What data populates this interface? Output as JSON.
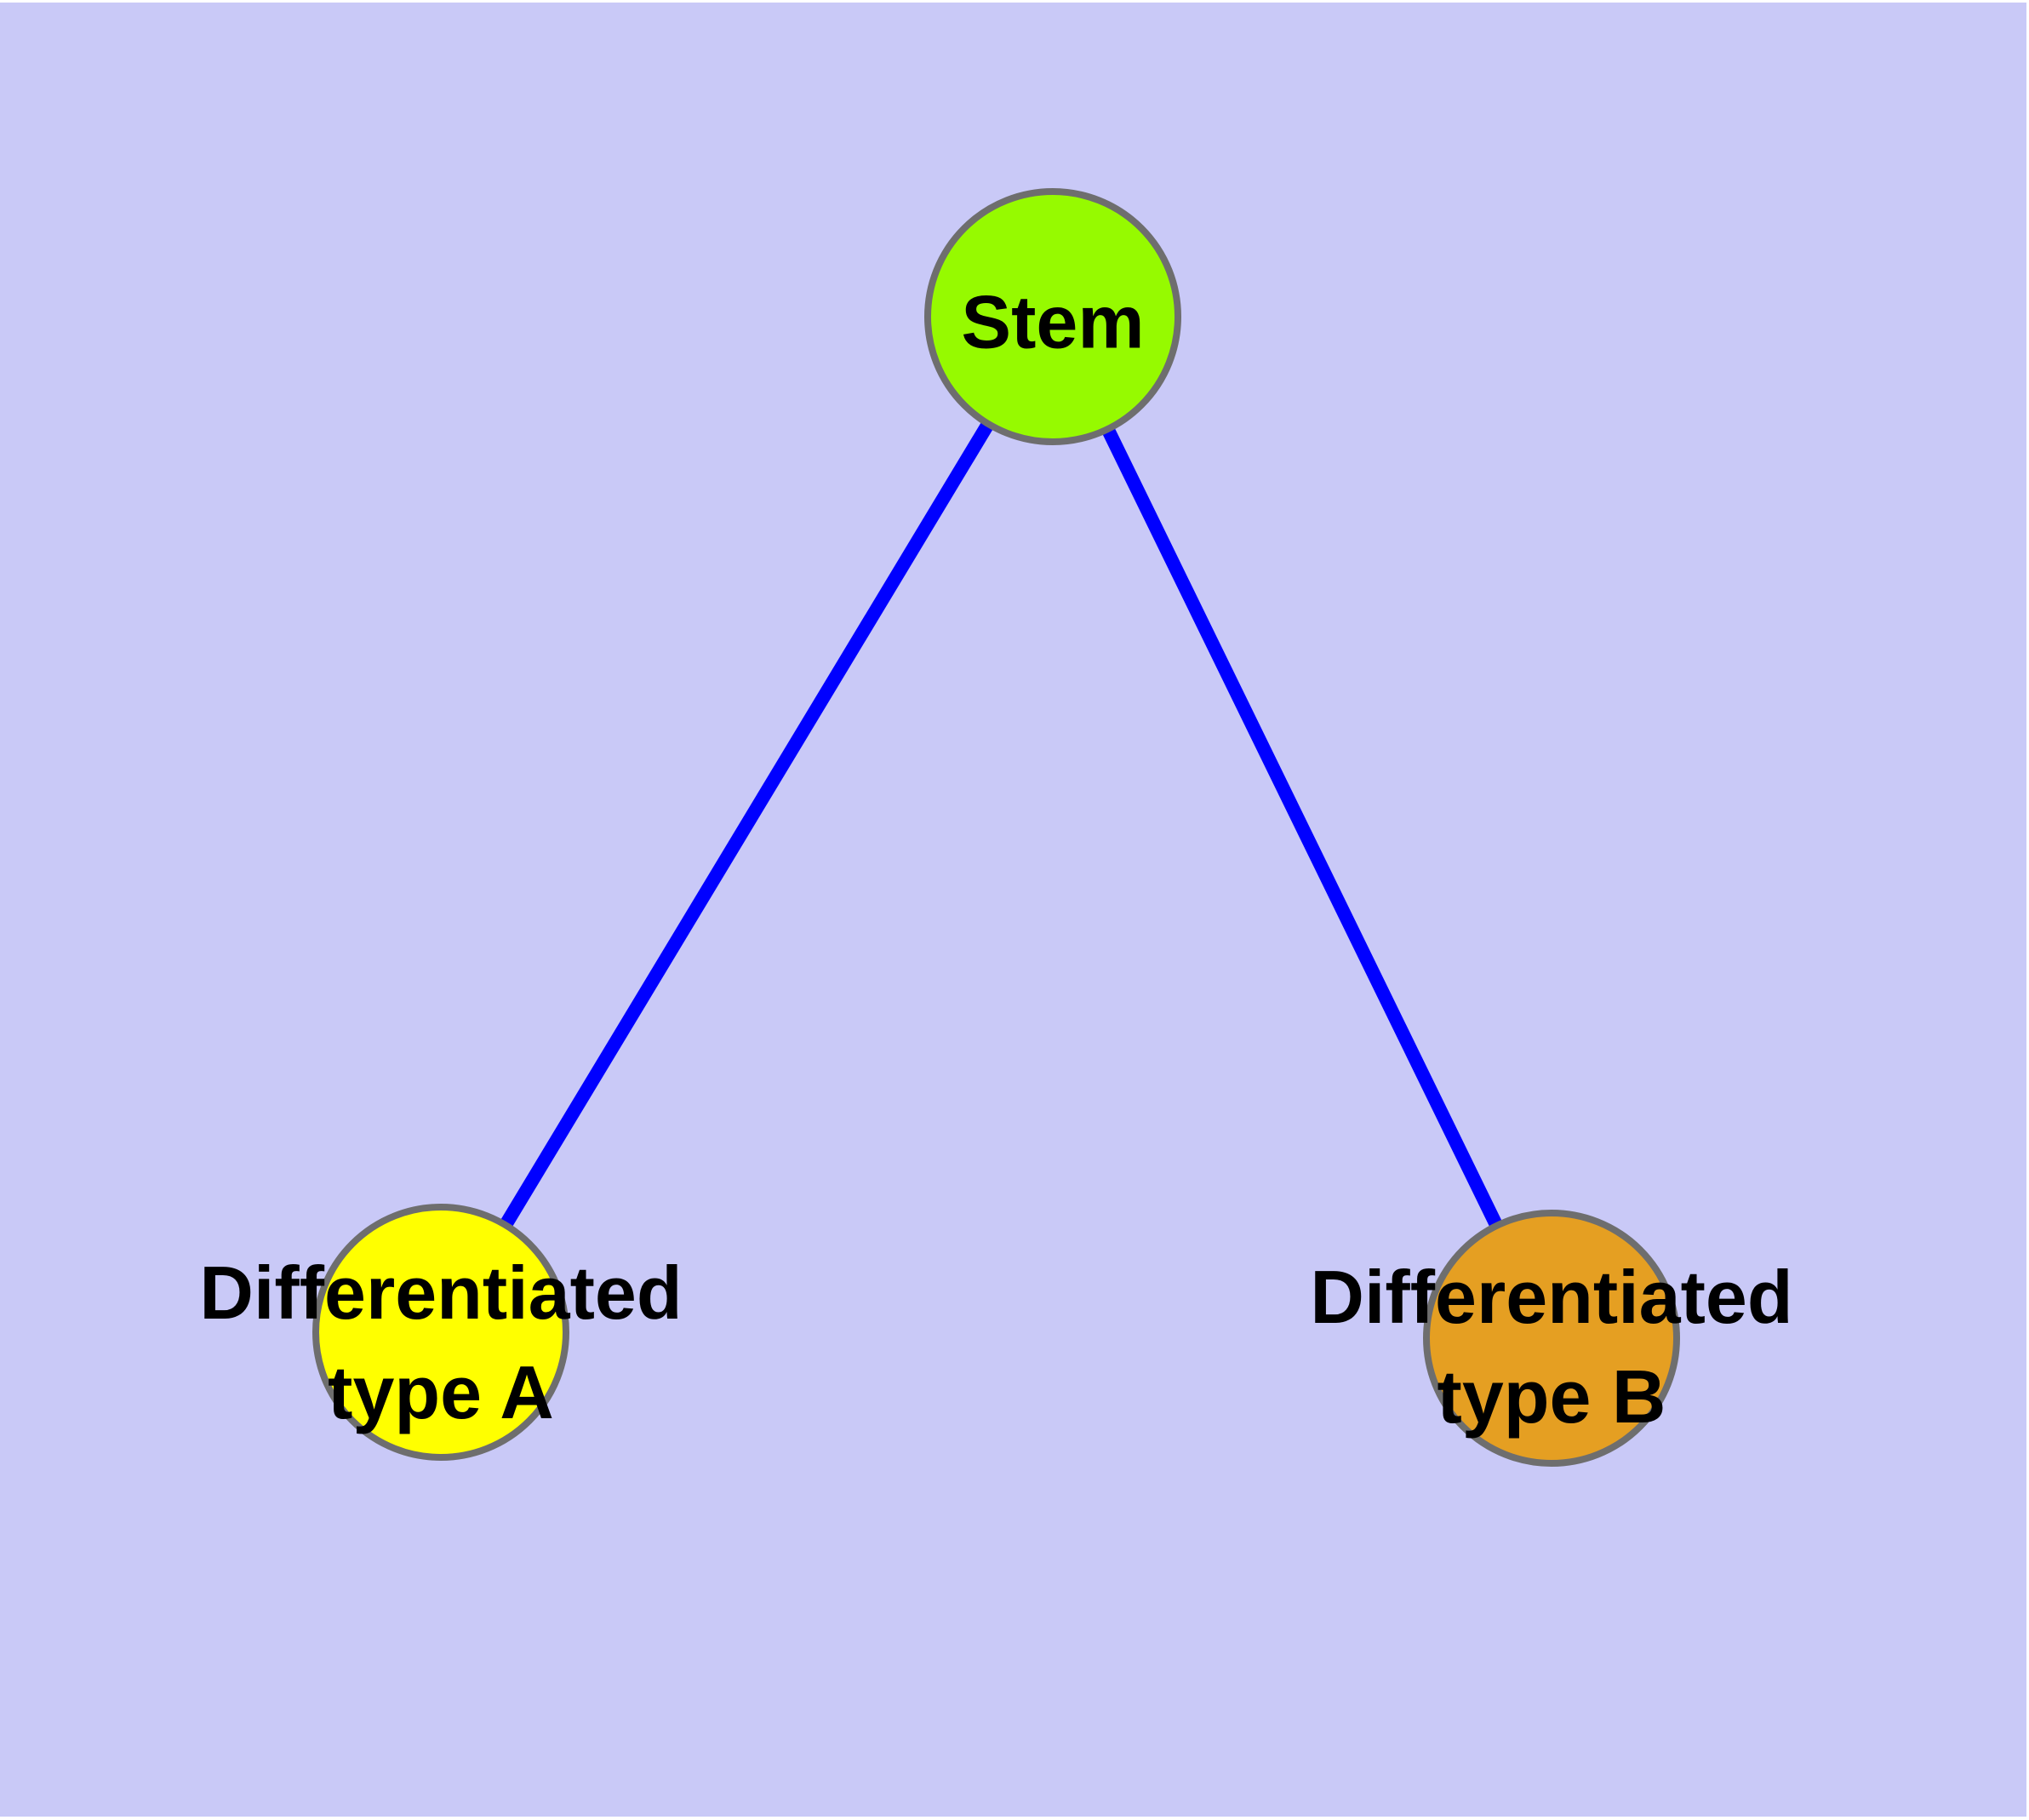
{
  "diagram": {
    "type": "graph",
    "background_color": "#C9C9F7",
    "page_border_color": "#FFFFFF",
    "edge_color": "#0000FF",
    "node_border_color": "#6E6E6E",
    "text_color": "#000000",
    "nodes": [
      {
        "id": "stem",
        "label": "Stem",
        "color": "#96FA00"
      },
      {
        "id": "differentiated-type-a",
        "label_line1": "Differentiated",
        "label_line2": "type A",
        "color": "#FFFF00"
      },
      {
        "id": "differentiated-type-b",
        "label_line1": "Differentiated",
        "label_line2": "type B",
        "color": "#E59F22"
      }
    ],
    "edges": [
      {
        "from": "Stem",
        "to": "Differentiated type A"
      },
      {
        "from": "Stem",
        "to": "Differentiated type B"
      }
    ]
  }
}
